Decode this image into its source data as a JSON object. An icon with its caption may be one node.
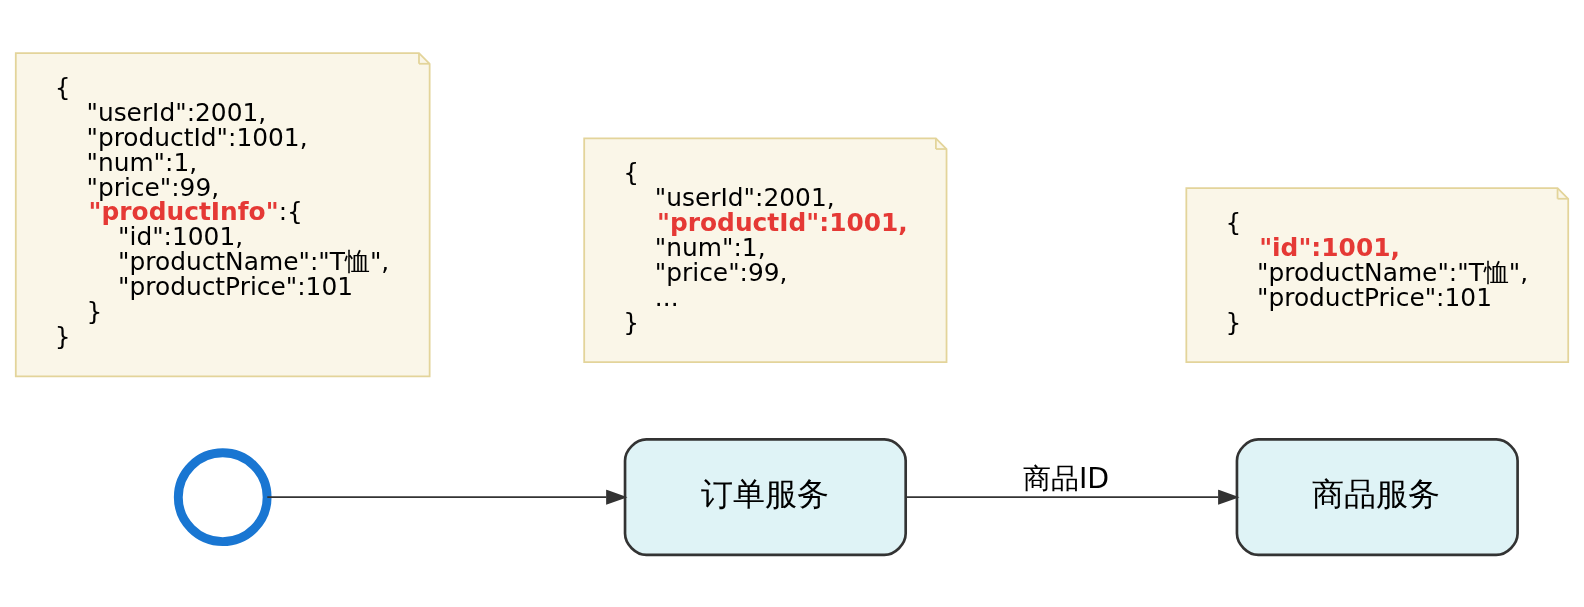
{
  "diagram": {
    "nodes": [
      {
        "text": [],
        "shape": "person"
      },
      {
        "text": [
          "订单服务"
        ]
      },
      {
        "text": [
          "商品服务"
        ]
      },
      {
        "text": [
          "{",
          "\"userId\":2001,",
          "\"productId\":1001,",
          "\"num\":1,",
          "\"price\":99,",
          "**\"productInfo\"**:{",
          "\"id\":1001,",
          "\"productName\":\"T恤\",",
          "\"productPrice\":101",
          "}",
          "}"
        ]
      },
      {
        "text": [
          "{",
          "\"userId\":2001,",
          "**\"productId\":1001,**",
          "\"num\":1,",
          "\"price\":99,",
          "...",
          "}"
        ]
      },
      {
        "text": [
          "{",
          "**\"id\":1001,**",
          "\"productName\":\"T恤\",",
          "\"productPrice\":101",
          "}"
        ]
      }
    ],
    "edges": [
      {
        "from": 0,
        "to": 1,
        "arrow": "to"
      },
      {
        "from": 1,
        "to": 2,
        "label": "商品ID",
        "arrow": "to"
      }
    ]
  }
}
